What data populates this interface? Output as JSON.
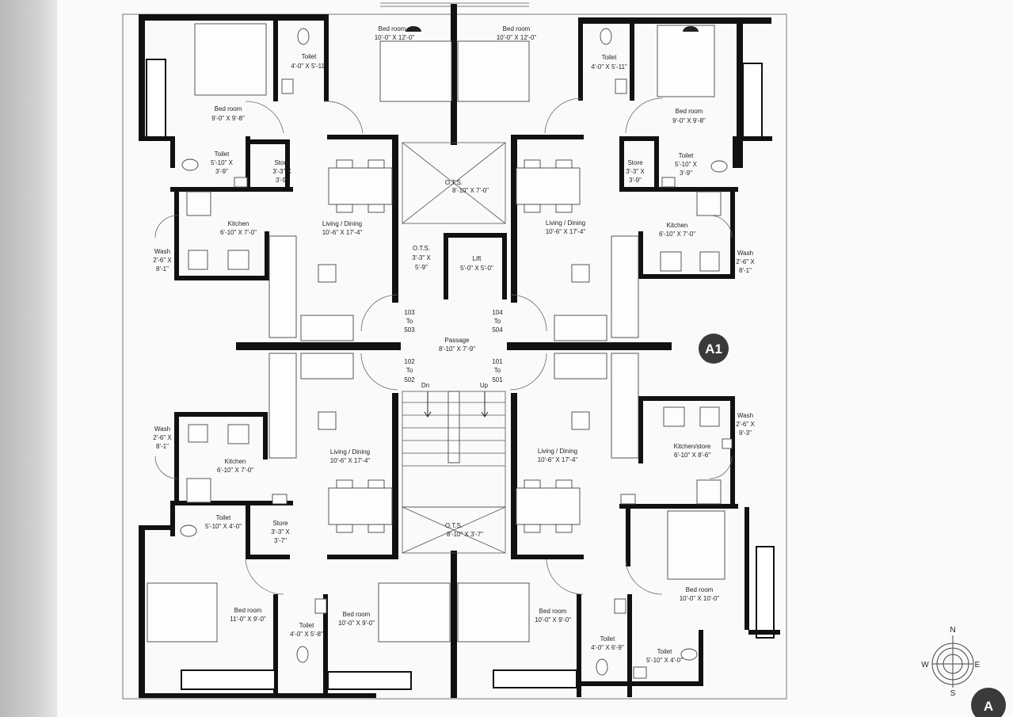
{
  "plan": {
    "unit_badge": "A1",
    "sheet_badge": "A",
    "compass": {
      "n": "N",
      "s": "S",
      "e": "E",
      "w": "W"
    },
    "rooms": {
      "bed_top_left_a": {
        "name": "Bed room",
        "dims": "9'-0\" X 9'-8\""
      },
      "toilet_top_left_a": {
        "name": "Toilet",
        "dims": "4'-0\" X 5'-11\""
      },
      "bed_top_center_l": {
        "name": "Bed room",
        "dims": "10'-0\" X 12'-0\""
      },
      "bed_top_center_r": {
        "name": "Bed room",
        "dims": "10'-0\" X 12'-0\""
      },
      "toilet_top_right_a": {
        "name": "Toilet",
        "dims": "4'-0\" X 5'-11\""
      },
      "bed_top_right_a": {
        "name": "Bed room",
        "dims": "9'-0\" X 9'-8\""
      },
      "toilet_tl_b": {
        "name": "Toilet",
        "dims1": "5'-10\" X",
        "dims2": "3'-9\""
      },
      "store_tl": {
        "name": "Store",
        "dims1": "3'-3\" X",
        "dims2": "3'-9\""
      },
      "store_tr": {
        "name": "Store",
        "dims1": "3'-3\" X",
        "dims2": "3'-9\""
      },
      "toilet_tr_b": {
        "name": "Toilet",
        "dims1": "5'-10\" X",
        "dims2": "3'-9\""
      },
      "ots_top": {
        "name": "O.T.S.",
        "dims": "8'-10\" X 7'-0\""
      },
      "kitchen_tl": {
        "name": "Kitchen",
        "dims": "6'-10\" X 7'-0\""
      },
      "living_tl": {
        "name": "Living / Dining",
        "dims": "10'-6\" X 17'-4\""
      },
      "living_tr": {
        "name": "Living / Dining",
        "dims": "10'-6\" X 17'-4\""
      },
      "kitchen_tr": {
        "name": "Kitchen",
        "dims": "6'-10\" X 7'-0\""
      },
      "wash_tl": {
        "name": "Wash",
        "dims1": "2'-6\" X",
        "dims2": "8'-1\""
      },
      "wash_tr": {
        "name": "Wash",
        "dims1": "2'-6\" X",
        "dims2": "8'-1\""
      },
      "ots_small": {
        "name": "O.T.S.",
        "dims1": "3'-3\" X",
        "dims2": "5'-9\""
      },
      "lift": {
        "name": "Lift",
        "dims": "5'-0\" X 5'-0\""
      },
      "flat_103": {
        "a": "103",
        "b": "To",
        "c": "503"
      },
      "flat_104": {
        "a": "104",
        "b": "To",
        "c": "504"
      },
      "passage": {
        "name": "Passage",
        "dims": "8'-10\" X 7'-9\""
      },
      "flat_102": {
        "a": "102",
        "b": "To",
        "c": "502"
      },
      "flat_101": {
        "a": "101",
        "b": "To",
        "c": "501"
      },
      "stair_dn": "Dn",
      "stair_up": "Up",
      "wash_bl": {
        "name": "Wash",
        "dims1": "2'-6\" X",
        "dims2": "8'-1\""
      },
      "kitchen_bl": {
        "name": "Kitchen",
        "dims": "6'-10\" X 7'-0\""
      },
      "living_bl": {
        "name": "Living / Dining",
        "dims": "10'-6\" X 17'-4\""
      },
      "living_br": {
        "name": "Living / Dining",
        "dims": "10'-6\" X 17'-4\""
      },
      "kitchen_store_br": {
        "name": "Kitchen/store",
        "dims": "6'-10\" X 8'-6\""
      },
      "wash_br": {
        "name": "Wash",
        "dims1": "2'-6\" X",
        "dims2": "9'-3\""
      },
      "toilet_bl_a": {
        "name": "Toilet",
        "dims": "5'-10\" X 4'-0\""
      },
      "store_bl": {
        "name": "Store",
        "dims1": "3'-3\" X",
        "dims2": "3'-7\""
      },
      "ots_bottom": {
        "name": "O.T.S.",
        "dims": "8'-10\" X 3'-7\""
      },
      "bed_bl_a": {
        "name": "Bed room",
        "dims": "11'-0\" X 9'-0\""
      },
      "toilet_bl_b": {
        "name": "Toilet",
        "dims": "4'-0\" X 5'-8\""
      },
      "bed_bc_l": {
        "name": "Bed room",
        "dims": "10'-0\" X 9'-0\""
      },
      "bed_bc_r": {
        "name": "Bed room",
        "dims": "10'-0\" X 9'-0\""
      },
      "toilet_br_a": {
        "name": "Toilet",
        "dims": "4'-0\" X 6'-9\""
      },
      "toilet_br_b": {
        "name": "Toilet",
        "dims": "5'-10\" X 4'-0\""
      },
      "bed_br": {
        "name": "Bed room",
        "dims": "10'-0\" X 10'-0\""
      }
    }
  }
}
